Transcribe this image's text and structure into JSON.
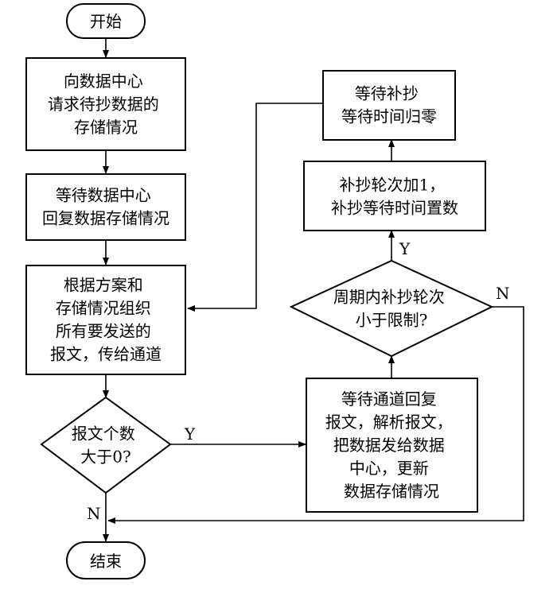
{
  "nodes": {
    "start": {
      "lines": [
        "开始"
      ]
    },
    "request": {
      "lines": [
        "向数据中心",
        "请求待抄数据的",
        "存储情况"
      ]
    },
    "wait_reply": {
      "lines": [
        "等待数据中心",
        "回复数据存储情况"
      ]
    },
    "organize": {
      "lines": [
        "根据方案和",
        "存储情况组织",
        "所有要发送的",
        "报文，传给通道"
      ]
    },
    "count_check": {
      "lines": [
        "报文个数",
        "大于0?"
      ]
    },
    "process": {
      "lines": [
        "等待通道回复",
        "报文，解析报文，",
        "把数据发给数据",
        "中心，更新",
        "数据存储情况"
      ]
    },
    "round_check": {
      "lines": [
        "周期内补抄轮次",
        "小于限制?"
      ]
    },
    "round_inc": {
      "lines": [
        "补抄轮次加1，",
        "补抄等待时间置数"
      ]
    },
    "wait_retry": {
      "lines": [
        "等待补抄",
        "等待时间归零"
      ]
    },
    "end": {
      "lines": [
        "结束"
      ]
    }
  },
  "edge_labels": {
    "count_yes": "Y",
    "count_no": "N",
    "round_yes": "Y",
    "round_no": "N"
  }
}
